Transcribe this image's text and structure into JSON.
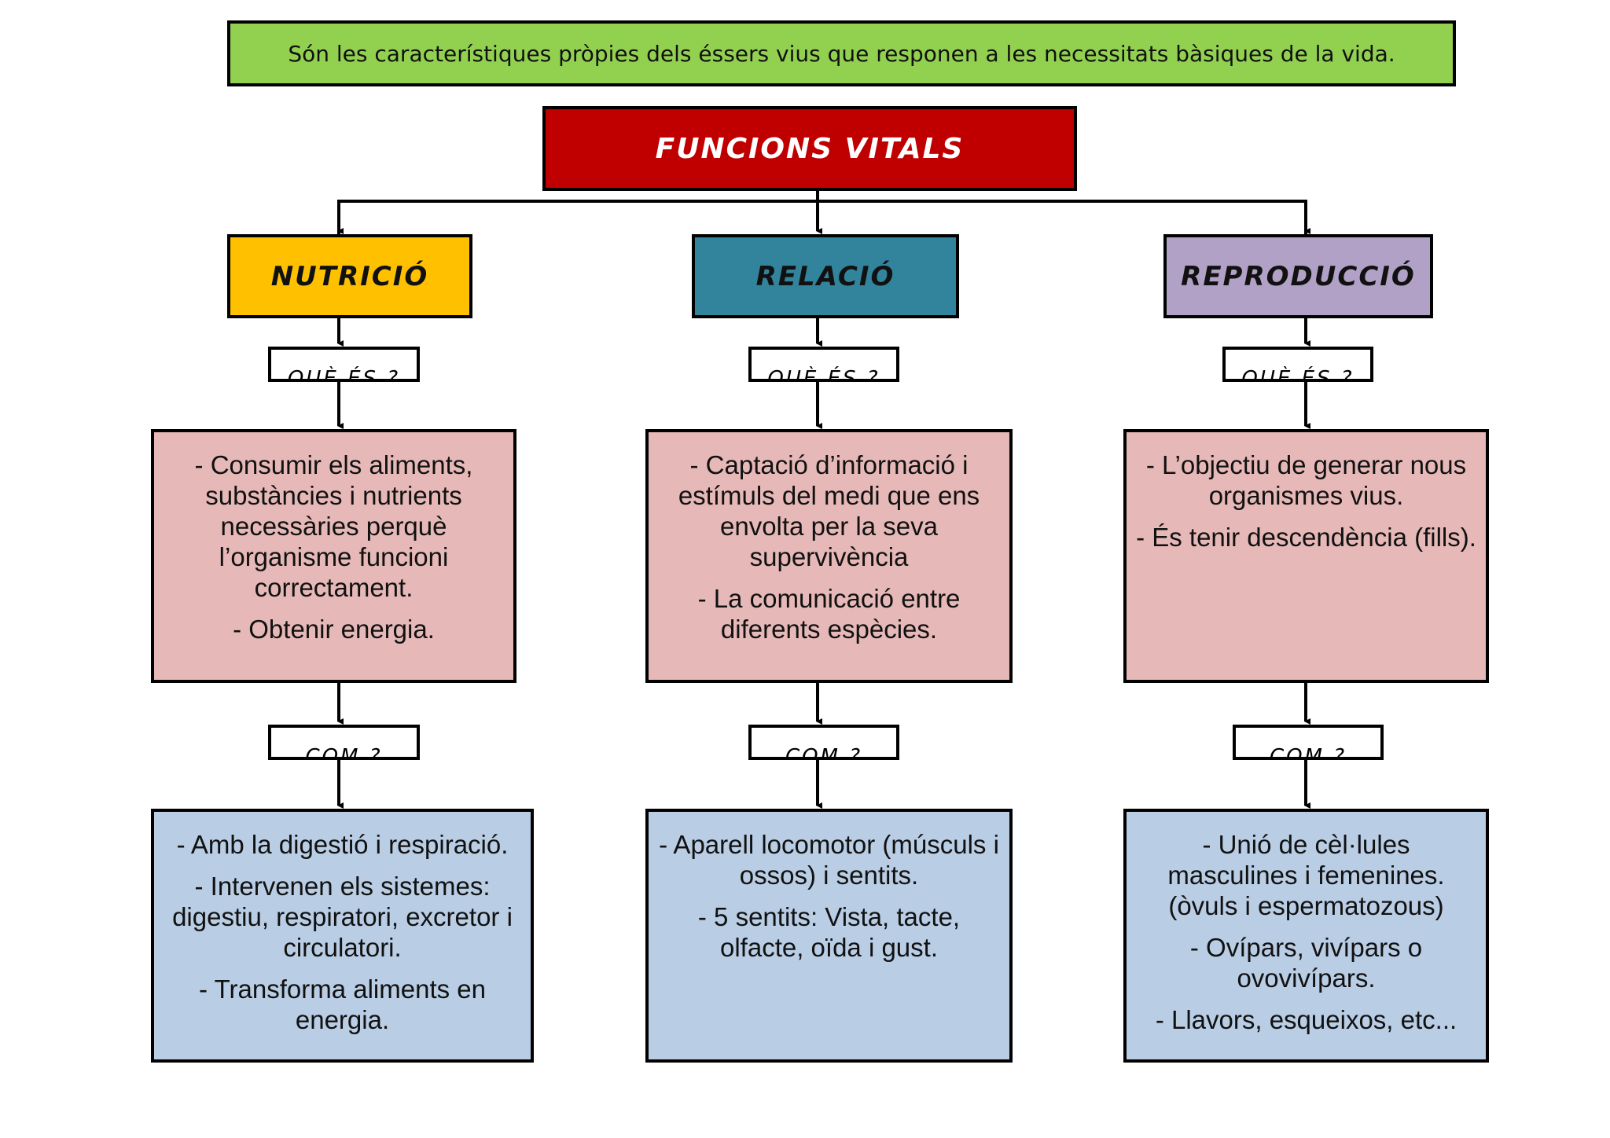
{
  "definition": "Són les característiques pròpies dels éssers vius que responen a les necessitats bàsiques de la vida.",
  "main_title": "FUNCIONS VITALS",
  "colors": {
    "definition": "#92d050",
    "main": "#c00000",
    "nutricio": "#ffc000",
    "relacio": "#31849b",
    "reproduccio": "#b2a1c7",
    "what_box": "#e6b9b8",
    "how_box": "#b9cde5"
  },
  "question_what": "QUÈ ÉS ?",
  "question_how": "COM ?",
  "functions": [
    {
      "title": "NUTRICIÓ",
      "what": [
        "- Consumir els aliments, substàncies i nutrients necessàries perquè l’organisme funcioni correctament.",
        "- Obtenir energia."
      ],
      "how": [
        "- Amb la digestió i respiració.",
        "- Intervenen els sistemes: digestiu, respiratori, excretor i circulatori.",
        "- Transforma aliments en energia."
      ]
    },
    {
      "title": "RELACIÓ",
      "what": [
        "- Captació d’informació i estímuls del medi que ens envolta per la seva supervivència",
        "- La comunicació entre diferents espècies."
      ],
      "how": [
        "- Aparell locomotor (músculs i ossos) i sentits.",
        "- 5 sentits: Vista, tacte, olfacte, oïda i gust."
      ]
    },
    {
      "title": "REPRODUCCIÓ",
      "what": [
        "- L’objectiu de generar nous organismes vius.",
        "- És tenir descendència (fills)."
      ],
      "how": [
        "- Unió de cèl·lules masculines i femenines. (òvuls i espermatozous)",
        "- Ovípars, vivípars o ovovivípars.",
        "- Llavors, esqueixos, etc..."
      ]
    }
  ]
}
